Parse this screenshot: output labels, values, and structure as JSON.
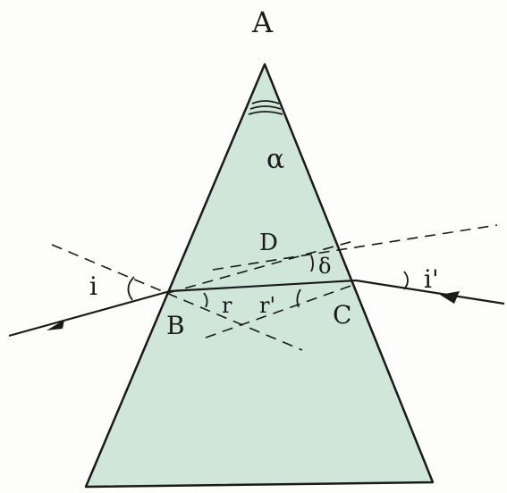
{
  "labels": {
    "apex": "A",
    "angle": "α",
    "entry_point": "B",
    "exit_point": "C",
    "intersection": "D",
    "incidence": "i",
    "refraction": "r",
    "internal": "r'",
    "deviation": "δ",
    "emergence": "i'"
  },
  "colors": {
    "prism_fill": "#cfe6d9",
    "ink": "#1a1a1a"
  }
}
